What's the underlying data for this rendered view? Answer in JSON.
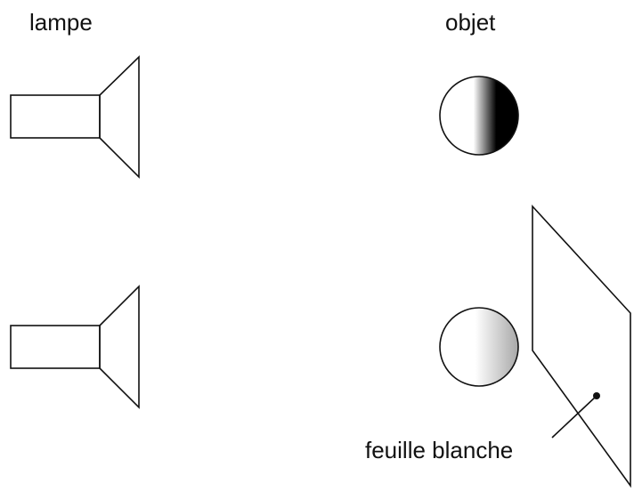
{
  "labels": {
    "lamp": "lampe",
    "object": "objet",
    "sheet": "feuille blanche"
  }
}
